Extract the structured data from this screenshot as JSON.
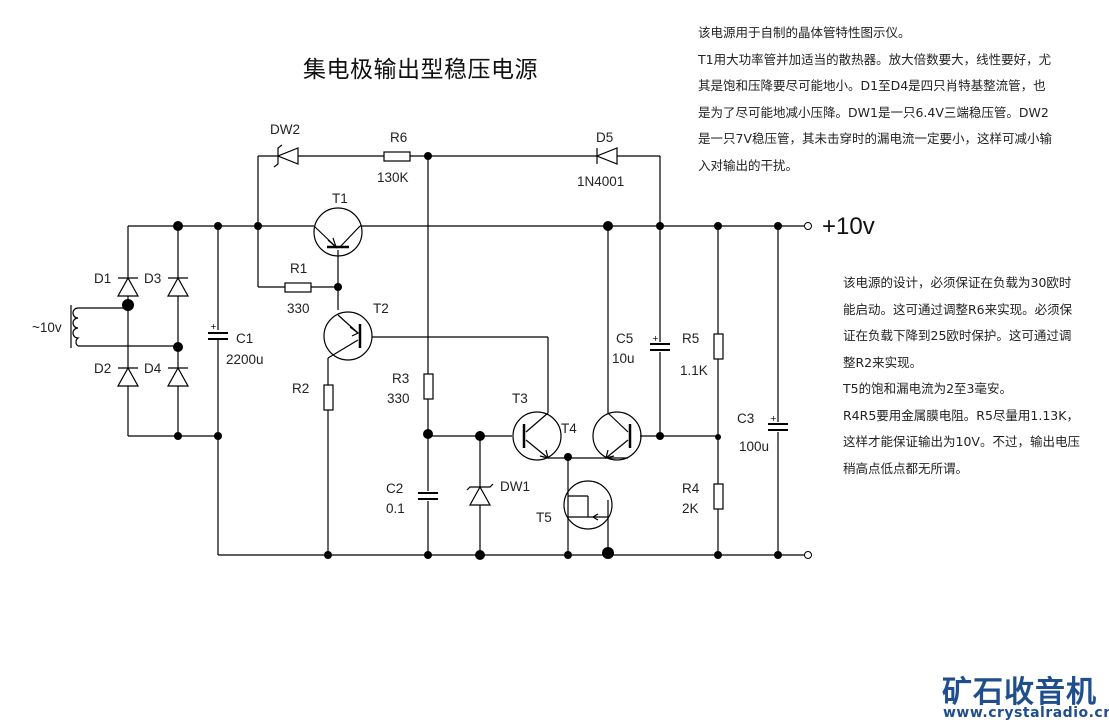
{
  "title": "集电极输出型稳压电源",
  "notes": {
    "top": [
      "该电源用于自制的晶体管特性图示仪。",
      "T1用大功率管并加适当的散热器。放大倍数要大，线性要好，尤",
      "其是饱和压降要尽可能地小。D1至D4是四只肖特基整流管，也",
      "是为了尽可能地减小压降。DW1是一只6.4V三端稳压管。DW2",
      "是一只7V稳压管，其未击穿时的漏电流一定要小，这样可减小输",
      "入对输出的干扰。"
    ],
    "right": [
      "该电源的设计，必须保证在负载为30欧时",
      "能启动。这可通过调整R6来实现。必须保",
      "证在负载下降到25欧时保护。这可通过调",
      "整R2来实现。",
      "T5的饱和漏电流为2至3毫安。",
      "R4R5要用金属膜电阻。R5尽量用1.13K，",
      "这样才能保证输出为10V。不过，输出电压",
      "稍高点低点都无所谓。"
    ]
  },
  "components": {
    "input": "~10v",
    "output": "+10v",
    "D1": "D1",
    "D2": "D2",
    "D3": "D3",
    "D4": "D4",
    "C1": "C1",
    "C1_value": "2200u",
    "DW2": "DW2",
    "R6": "R6",
    "R6_value": "130K",
    "D5": "D5",
    "D5_value": "1N4001",
    "T1": "T1",
    "R1": "R1",
    "R1_value": "330",
    "T2": "T2",
    "R2": "R2",
    "R3": "R3",
    "R3_value": "330",
    "C2": "C2",
    "C2_value": "0.1",
    "DW1": "DW1",
    "T3": "T3",
    "T4": "T4",
    "T5": "T5",
    "C5": "C5",
    "C5_value": "10u",
    "R5": "R5",
    "R5_value": "1.1K",
    "R4": "R4",
    "R4_value": "2K",
    "C3": "C3",
    "C3_value": "100u"
  },
  "logo": {
    "name": "矿石收音机",
    "url": "www.crystalradio.cn",
    "color": "#1f4e8c"
  }
}
